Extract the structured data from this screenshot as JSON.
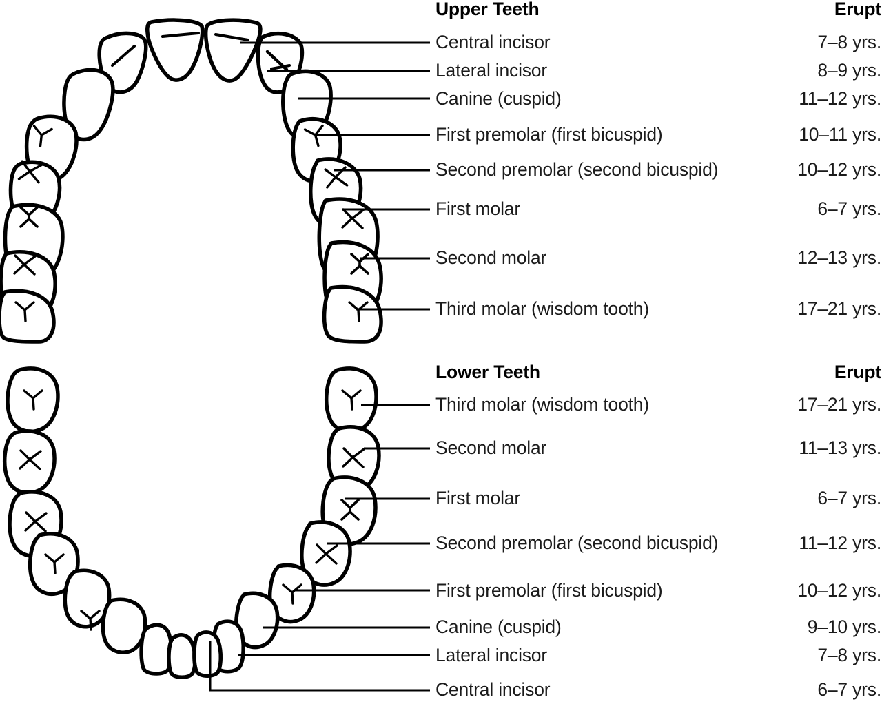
{
  "diagram": {
    "title": "Permanent teeth eruption chart",
    "line_color": "#000000",
    "tooth_outline_color": "#000000",
    "tooth_fill_color": "#ffffff"
  },
  "upper": {
    "header": {
      "name_label": "Upper Teeth",
      "erupt_label": "Erupt"
    },
    "rows": [
      {
        "name": "Central incisor",
        "erupt": "7–8 yrs."
      },
      {
        "name": "Lateral incisor",
        "erupt": "8–9 yrs."
      },
      {
        "name": "Canine (cuspid)",
        "erupt": "11–12 yrs."
      },
      {
        "name": "First premolar (first bicuspid)",
        "erupt": "10–11 yrs."
      },
      {
        "name": "Second premolar (second bicuspid)",
        "erupt": "10–12 yrs."
      },
      {
        "name": "First molar",
        "erupt": "6–7 yrs."
      },
      {
        "name": "Second molar",
        "erupt": "12–13 yrs."
      },
      {
        "name": "Third molar (wisdom tooth)",
        "erupt": "17–21 yrs."
      }
    ]
  },
  "lower": {
    "header": {
      "name_label": "Lower Teeth",
      "erupt_label": "Erupt"
    },
    "rows": [
      {
        "name": "Third molar (wisdom tooth)",
        "erupt": "17–21 yrs."
      },
      {
        "name": "Second molar",
        "erupt": "11–13 yrs."
      },
      {
        "name": "First molar",
        "erupt": "6–7 yrs."
      },
      {
        "name": "Second premolar (second bicuspid)",
        "erupt": "11–12 yrs."
      },
      {
        "name": "First premolar (first bicuspid)",
        "erupt": "10–12 yrs."
      },
      {
        "name": "Canine (cuspid)",
        "erupt": "9–10 yrs."
      },
      {
        "name": "Lateral incisor",
        "erupt": "7–8 yrs."
      },
      {
        "name": "Central incisor",
        "erupt": "6–7 yrs."
      }
    ]
  }
}
